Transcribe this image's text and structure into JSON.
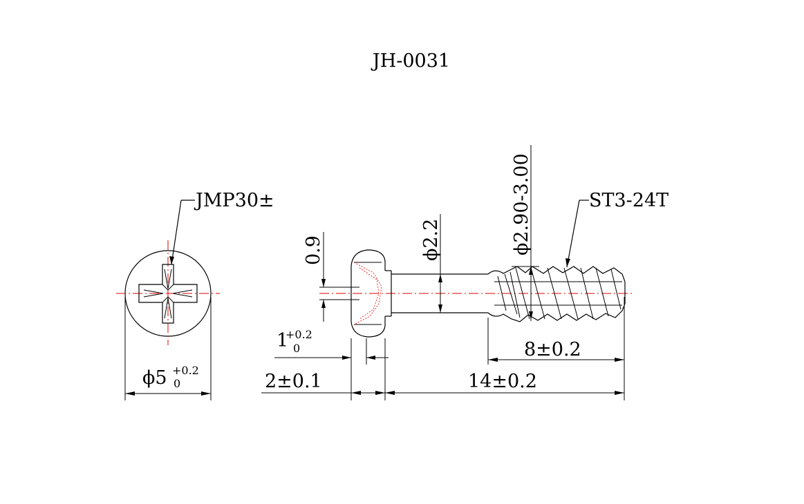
{
  "drawing": {
    "title": "JH-0031",
    "head_label": "JMP30±",
    "head_dia_label": "ϕ5",
    "head_dia_tol_upper": "+0.2",
    "head_dia_tol_lower": "0",
    "slot_depth": "0.9",
    "shank_dia": "ϕ2.2",
    "thread_dia": "ϕ2.90-3.00",
    "thread_spec": "ST3-24T",
    "neck_len": "1",
    "neck_len_tol_upper": "+0.2",
    "neck_len_tol_lower": "0",
    "head_height": "2±0.1",
    "thread_len": "8±0.2",
    "total_len": "14±0.2"
  }
}
